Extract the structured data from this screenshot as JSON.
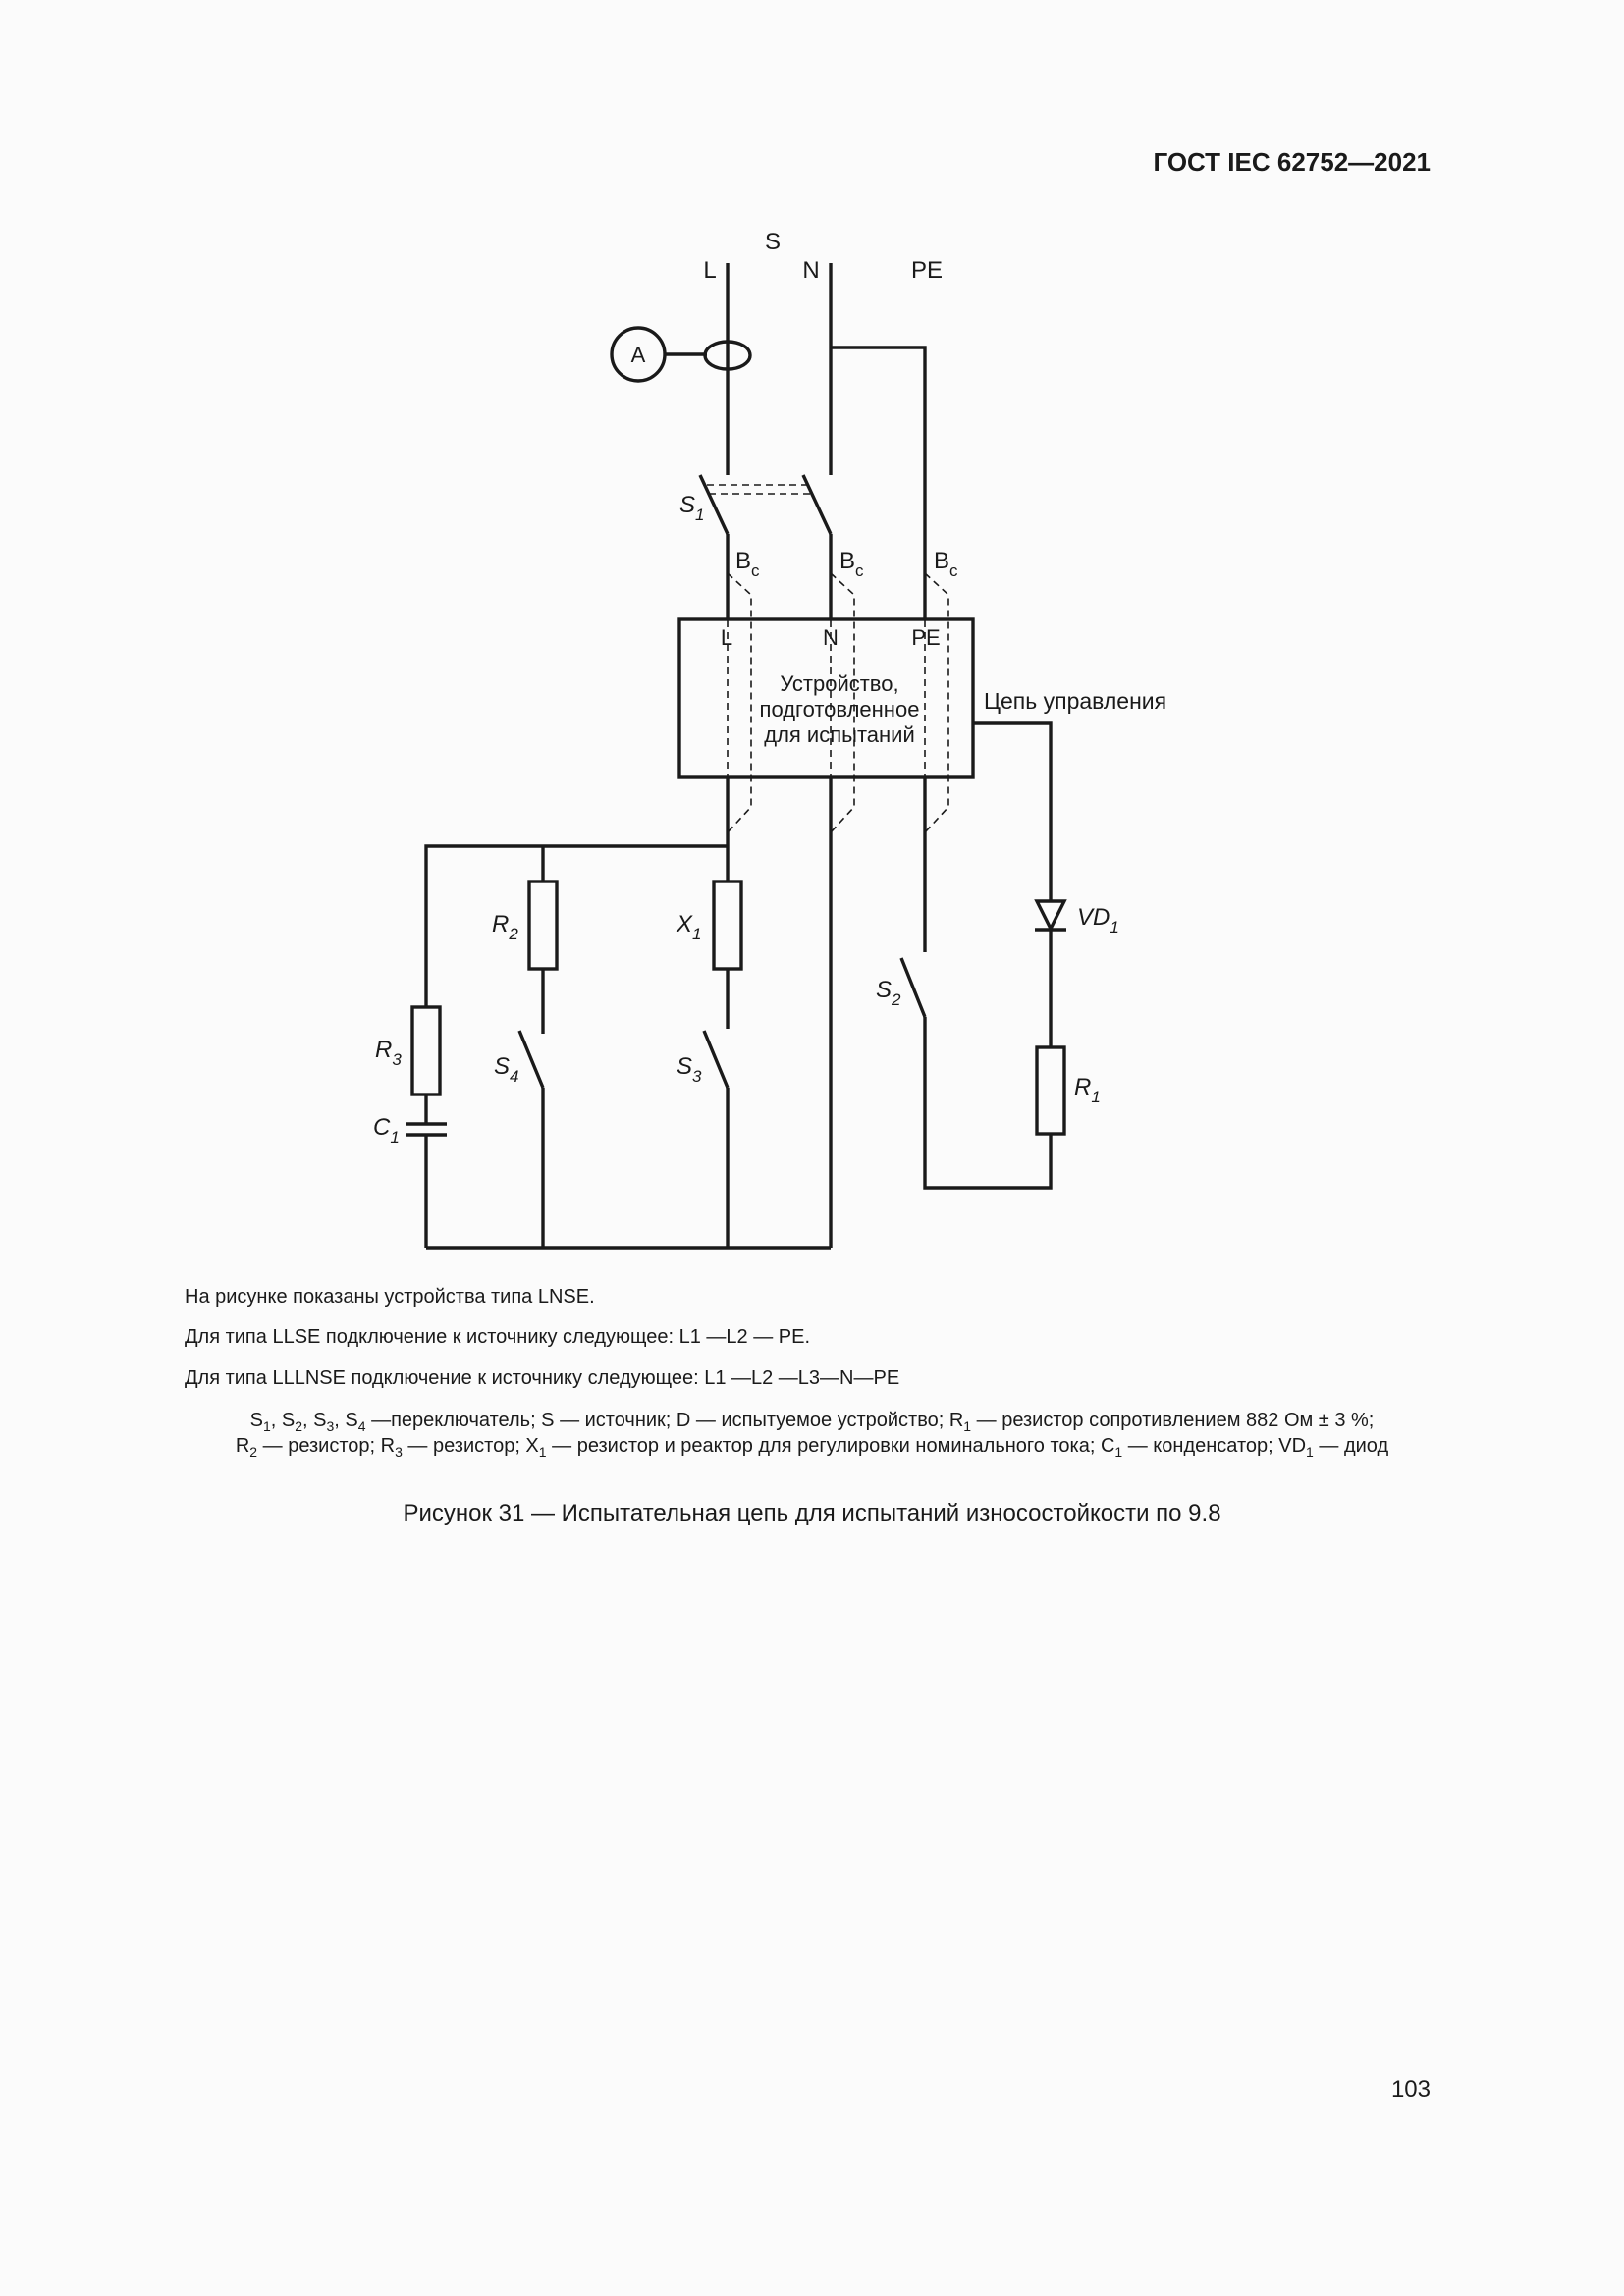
{
  "header": {
    "standard": "ГОСТ IEC 62752—2021"
  },
  "diagram": {
    "source_label": "S",
    "lines": {
      "l": "L",
      "n": "N",
      "pe": "PE"
    },
    "ammeter": "A",
    "s1": {
      "letter": "S",
      "sub": "1"
    },
    "s2": {
      "letter": "S",
      "sub": "2"
    },
    "s3": {
      "letter": "S",
      "sub": "3"
    },
    "s4": {
      "letter": "S",
      "sub": "4"
    },
    "bc": {
      "letter": "B",
      "sub": "c"
    },
    "device": {
      "term_l": "L",
      "term_n": "N",
      "term_pe": "PE",
      "text": [
        "Устройство,",
        "подготовленное",
        "для испытаний"
      ]
    },
    "control_circuit": "Цепь управления",
    "r1": {
      "letter": "R",
      "sub": "1"
    },
    "r2": {
      "letter": "R",
      "sub": "2"
    },
    "r3": {
      "letter": "R",
      "sub": "3"
    },
    "x1": {
      "letter": "X",
      "sub": "1"
    },
    "c1": {
      "letter": "C",
      "sub": "1"
    },
    "vd1": {
      "letter": "VD",
      "sub": "1"
    }
  },
  "notes": [
    "На рисунке показаны устройства типа LNSE.",
    "Для типа LLSE подключение к источнику следующее: L1 —L2 — PE.",
    "Для типа LLLNSE подключение к источнику следующее: L1 —L2 —L3—N—PE"
  ],
  "legend": {
    "line1": [
      {
        "t": "S"
      },
      {
        "s": "1"
      },
      {
        "t": ", S"
      },
      {
        "s": "2"
      },
      {
        "t": ", S"
      },
      {
        "s": "3"
      },
      {
        "t": ", S"
      },
      {
        "s": "4"
      },
      {
        "t": " —переключатель; S — источник; D — испытуемое устройство; R"
      },
      {
        "s": "1"
      },
      {
        "t": " — резистор сопротивлением 882 Ом ± 3 %;"
      }
    ],
    "line2": [
      {
        "t": "R"
      },
      {
        "s": "2"
      },
      {
        "t": " — резистор; R"
      },
      {
        "s": "3"
      },
      {
        "t": " — резистор; X"
      },
      {
        "s": "1"
      },
      {
        "t": " — резистор и реактор для регулировки номинального тока; C"
      },
      {
        "s": "1"
      },
      {
        "t": " — конденсатор; VD"
      },
      {
        "s": "1"
      },
      {
        "t": " — диод"
      }
    ]
  },
  "caption": "Рисунок 31 — Испытательная цепь для испытаний износостойкости по 9.8",
  "page_number": "103"
}
